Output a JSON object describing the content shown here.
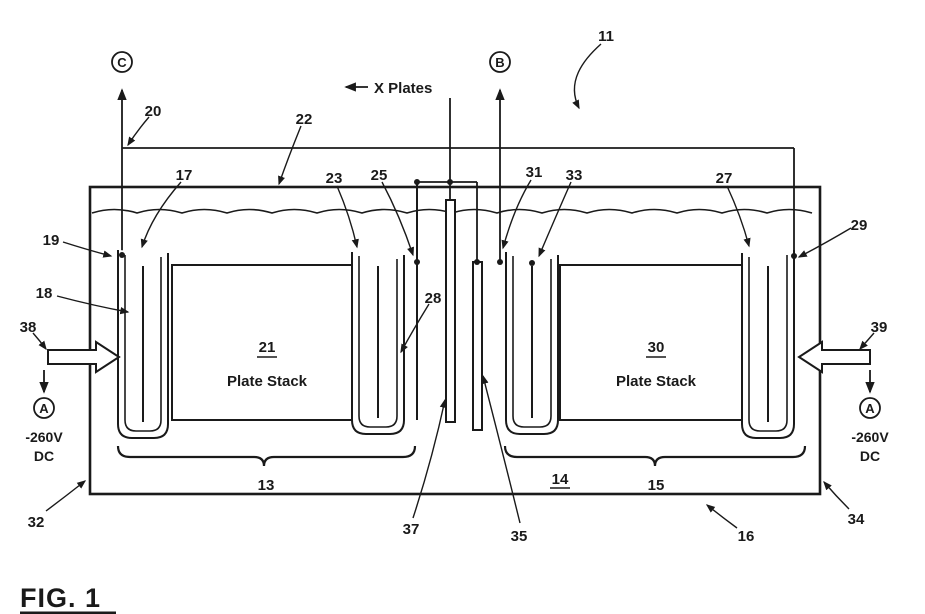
{
  "style": {
    "ink": "#1a1a1a",
    "background": "#ffffff"
  },
  "figure": {
    "caption": "FIG. 1"
  },
  "terminals": {
    "c": "C",
    "b": "B",
    "a_left": "A",
    "a_right": "A",
    "voltage_left": "-260V",
    "voltage_left_type": "DC",
    "voltage_right": "-260V",
    "voltage_right_type": "DC"
  },
  "labels": {
    "x_plates": "X Plates",
    "stack_left_number": "21",
    "stack_left_label": "Plate Stack",
    "stack_right_number": "30",
    "stack_right_label": "Plate Stack"
  },
  "refs": {
    "r11": "11",
    "r13": "13",
    "r14": "14",
    "r15": "15",
    "r16": "16",
    "r17": "17",
    "r18": "18",
    "r19": "19",
    "r20": "20",
    "r22": "22",
    "r23": "23",
    "r25": "25",
    "r27": "27",
    "r28": "28",
    "r29": "29",
    "r31": "31",
    "r32": "32",
    "r33": "33",
    "r34": "34",
    "r35": "35",
    "r37": "37",
    "r38": "38",
    "r39": "39"
  }
}
